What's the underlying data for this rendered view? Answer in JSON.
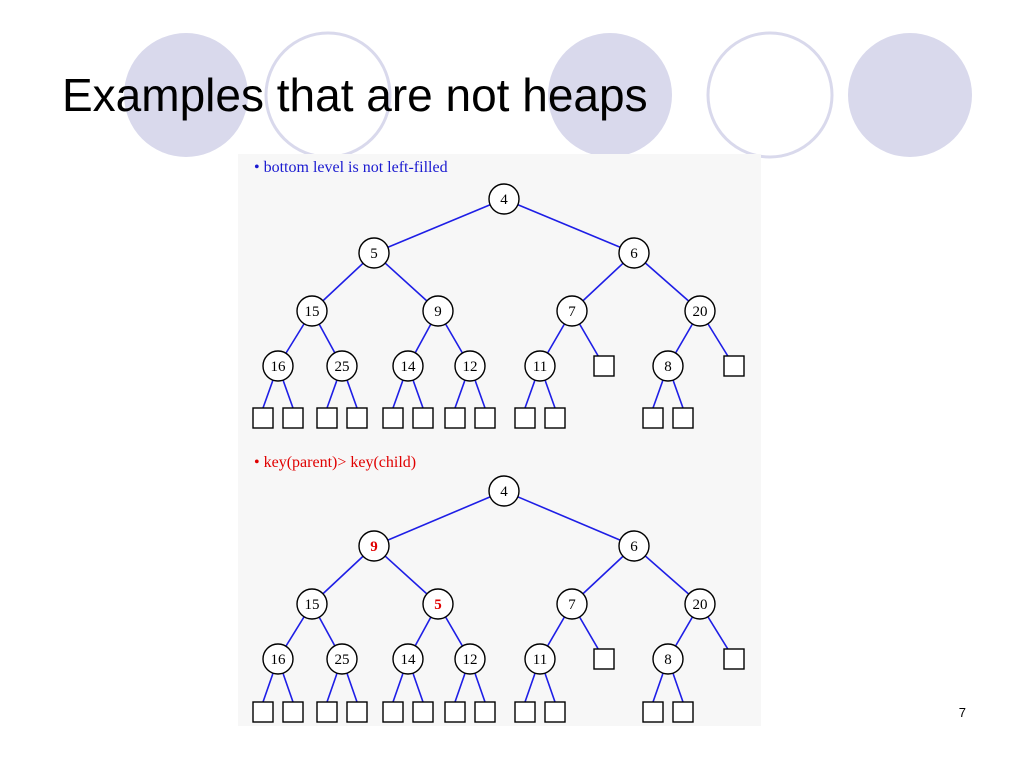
{
  "slide": {
    "title": "Examples that are not heaps",
    "page_number": "7"
  },
  "colors": {
    "deco_filled": "#d9d9ec",
    "deco_outline": "#d9d9ec",
    "edge": "#1e1ee6",
    "node_stroke": "#000000",
    "node_fill": "#ffffff",
    "highlight": "#e00000",
    "bullet_blue": "#1a1ad0",
    "bullet_red": "#e00000"
  },
  "diagrams": [
    {
      "id": "not-left-filled",
      "bullet": "• bottom level is not left-filled",
      "bullet_color": "blue",
      "nodes": [
        {
          "id": "n0",
          "label": "4",
          "level": 0,
          "pos": 0
        },
        {
          "id": "n1",
          "label": "5",
          "level": 1,
          "pos": 0
        },
        {
          "id": "n2",
          "label": "6",
          "level": 1,
          "pos": 1
        },
        {
          "id": "n3",
          "label": "15",
          "level": 2,
          "pos": 0
        },
        {
          "id": "n4",
          "label": "9",
          "level": 2,
          "pos": 1
        },
        {
          "id": "n5",
          "label": "7",
          "level": 2,
          "pos": 2
        },
        {
          "id": "n6",
          "label": "20",
          "level": 2,
          "pos": 3
        },
        {
          "id": "n7",
          "label": "16",
          "level": 3,
          "pos": 0
        },
        {
          "id": "n8",
          "label": "25",
          "level": 3,
          "pos": 1
        },
        {
          "id": "n9",
          "label": "14",
          "level": 3,
          "pos": 2
        },
        {
          "id": "n10",
          "label": "12",
          "level": 3,
          "pos": 3
        },
        {
          "id": "n11",
          "label": "11",
          "level": 3,
          "pos": 4
        },
        {
          "id": "n12",
          "label": "",
          "leaf": true,
          "level": 3,
          "pos": 5
        },
        {
          "id": "n13",
          "label": "8",
          "level": 3,
          "pos": 6
        },
        {
          "id": "n14",
          "label": "",
          "leaf": true,
          "level": 3,
          "pos": 7
        }
      ],
      "edges": [
        [
          "n0",
          "n1"
        ],
        [
          "n0",
          "n2"
        ],
        [
          "n1",
          "n3"
        ],
        [
          "n1",
          "n4"
        ],
        [
          "n2",
          "n5"
        ],
        [
          "n2",
          "n6"
        ],
        [
          "n3",
          "n7"
        ],
        [
          "n3",
          "n8"
        ],
        [
          "n4",
          "n9"
        ],
        [
          "n4",
          "n10"
        ],
        [
          "n5",
          "n11"
        ],
        [
          "n5",
          "n12"
        ],
        [
          "n6",
          "n13"
        ],
        [
          "n6",
          "n14"
        ]
      ],
      "leaves": [
        {
          "parent": "n7",
          "count": 2
        },
        {
          "parent": "n8",
          "count": 2
        },
        {
          "parent": "n9",
          "count": 2
        },
        {
          "parent": "n10",
          "count": 2
        },
        {
          "parent": "n11",
          "count": 2
        },
        {
          "parent": "n13",
          "count": 2
        }
      ]
    },
    {
      "id": "key-order-violated",
      "bullet": "• key(parent)> key(child)",
      "bullet_color": "red",
      "nodes": [
        {
          "id": "n0",
          "label": "4",
          "level": 0,
          "pos": 0
        },
        {
          "id": "n1",
          "label": "9",
          "level": 1,
          "pos": 0,
          "highlight": true
        },
        {
          "id": "n2",
          "label": "6",
          "level": 1,
          "pos": 1
        },
        {
          "id": "n3",
          "label": "15",
          "level": 2,
          "pos": 0
        },
        {
          "id": "n4",
          "label": "5",
          "level": 2,
          "pos": 1,
          "highlight": true
        },
        {
          "id": "n5",
          "label": "7",
          "level": 2,
          "pos": 2
        },
        {
          "id": "n6",
          "label": "20",
          "level": 2,
          "pos": 3
        },
        {
          "id": "n7",
          "label": "16",
          "level": 3,
          "pos": 0
        },
        {
          "id": "n8",
          "label": "25",
          "level": 3,
          "pos": 1
        },
        {
          "id": "n9",
          "label": "14",
          "level": 3,
          "pos": 2
        },
        {
          "id": "n10",
          "label": "12",
          "level": 3,
          "pos": 3
        },
        {
          "id": "n11",
          "label": "11",
          "level": 3,
          "pos": 4
        },
        {
          "id": "n12",
          "label": "",
          "leaf": true,
          "level": 3,
          "pos": 5
        },
        {
          "id": "n13",
          "label": "8",
          "level": 3,
          "pos": 6
        },
        {
          "id": "n14",
          "label": "",
          "leaf": true,
          "level": 3,
          "pos": 7
        }
      ],
      "edges": [
        [
          "n0",
          "n1"
        ],
        [
          "n0",
          "n2"
        ],
        [
          "n1",
          "n3"
        ],
        [
          "n1",
          "n4"
        ],
        [
          "n2",
          "n5"
        ],
        [
          "n2",
          "n6"
        ],
        [
          "n3",
          "n7"
        ],
        [
          "n3",
          "n8"
        ],
        [
          "n4",
          "n9"
        ],
        [
          "n4",
          "n10"
        ],
        [
          "n5",
          "n11"
        ],
        [
          "n5",
          "n12"
        ],
        [
          "n6",
          "n13"
        ],
        [
          "n6",
          "n14"
        ]
      ],
      "leaves": [
        {
          "parent": "n7",
          "count": 2
        },
        {
          "parent": "n8",
          "count": 2
        },
        {
          "parent": "n9",
          "count": 2
        },
        {
          "parent": "n10",
          "count": 2
        },
        {
          "parent": "n11",
          "count": 2
        },
        {
          "parent": "n13",
          "count": 2
        }
      ]
    }
  ]
}
